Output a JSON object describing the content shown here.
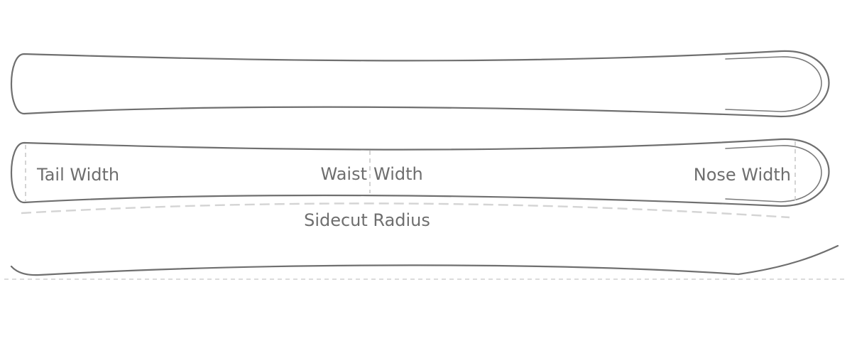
{
  "labels": {
    "tail_width": "Tail Width",
    "waist_width": "Waist Width",
    "nose_width": "Nose Width",
    "sidecut_radius": "Sidecut Radius"
  },
  "colors": {
    "outline": "#6f6f6f",
    "guide": "#c9c9c9",
    "label": "#6e6e6e"
  }
}
